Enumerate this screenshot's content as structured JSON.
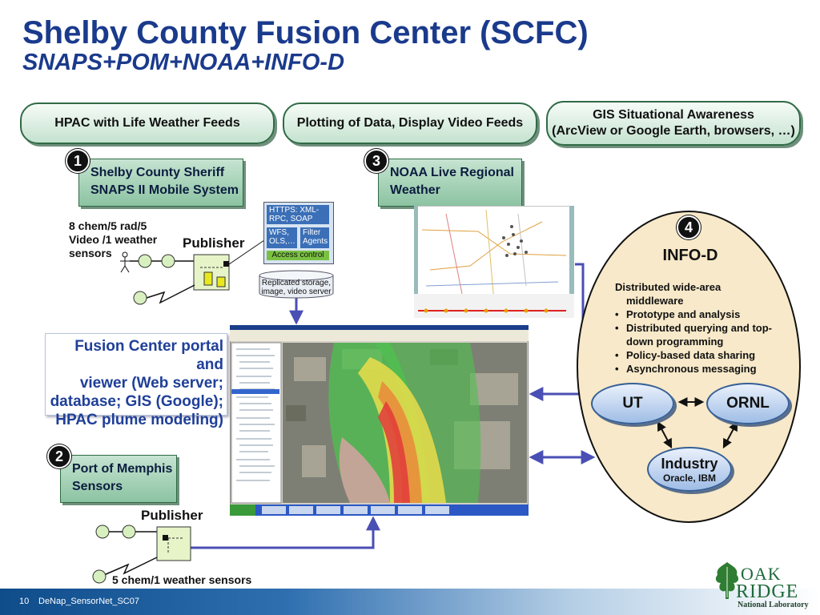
{
  "title": "Shelby County Fusion Center (SCFC)",
  "subtitle": "SNAPS+POM+NOAA+INFO-D",
  "top_pills": {
    "hpac": "HPAC with Life Weather Feeds",
    "plotting": "Plotting of Data, Display Video Feeds",
    "gis_line1": "GIS Situational Awareness",
    "gis_line2": "(ArcView or Google Earth, browsers, …)"
  },
  "badges": {
    "b1": "1",
    "b2": "2",
    "b3": "3",
    "b4": "4"
  },
  "sheriff": {
    "line1": "Shelby County Sheriff",
    "line2": "SNAPS II Mobile System"
  },
  "sensors1": {
    "line1": "8 chem/5 rad/5",
    "line2": "Video /1 weather",
    "line3": "sensors"
  },
  "publisher1": "Publisher",
  "services": {
    "https": "HTTPS: XML-RPC, SOAP",
    "wfs": "WFS, OLS,…",
    "filter": "Filter Agents",
    "access": "Access control",
    "storage": "Replicated storage, image, video server"
  },
  "noaa": {
    "line1": "NOAA Live Regional",
    "line2": "Weather"
  },
  "portal": {
    "line1": "Fusion Center portal and",
    "line2": "viewer (Web server;",
    "line3": "database; GIS (Google);",
    "line4": "HPAC plume modeling)"
  },
  "port": {
    "line1": "Port of Memphis",
    "line2": "Sensors"
  },
  "publisher2": "Publisher",
  "sensors2": "5 chem/1 weather sensors",
  "infod": {
    "title": "INFO-D",
    "lead1": "Distributed wide-area",
    "lead2": "middleware",
    "items": [
      "Prototype and analysis",
      "Distributed querying and top-",
      "down programming",
      "Policy-based data sharing",
      "Asynchronous messaging"
    ],
    "ut": "UT",
    "ornl": "ORNL",
    "industry": "Industry",
    "industry_sub": "Oracle, IBM"
  },
  "footer": {
    "page": "10",
    "text": "DeNap_SensorNet_SC07"
  },
  "logo": {
    "oak": "OAK",
    "ridge": "RIDGE",
    "lab": "National Laboratory"
  },
  "colors": {
    "title": "#1a3a8c",
    "pill_border": "#2f6a45",
    "arrow": "#4a4fb4",
    "oval_fill": "#f7e9c9"
  }
}
